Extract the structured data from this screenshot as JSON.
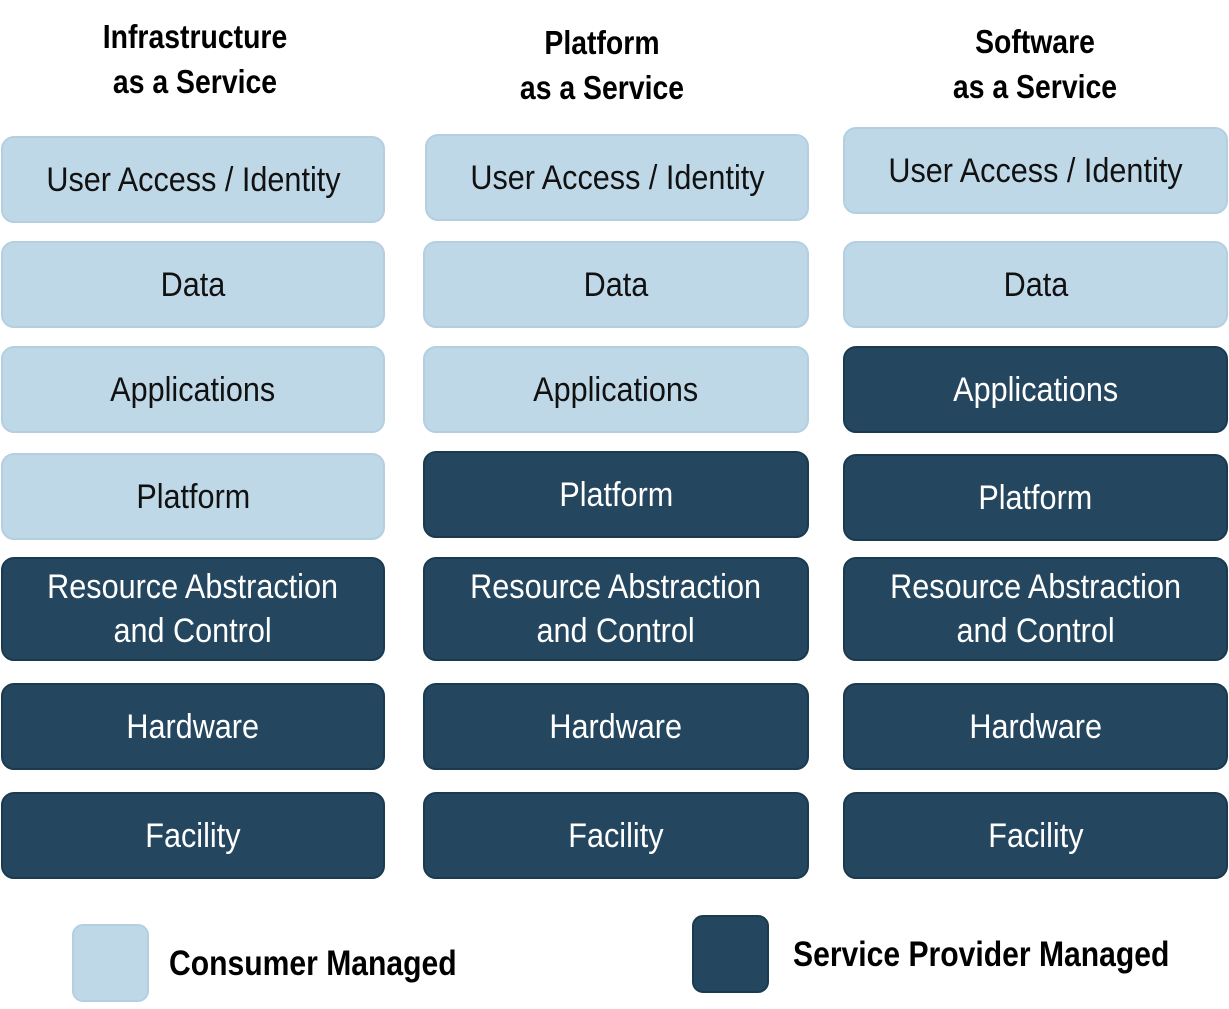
{
  "colors": {
    "consumer_managed": "#bfd8e8",
    "service_provider_managed": "#24475f"
  },
  "columns": [
    {
      "title_line1": "Infrastructure",
      "title_line2": "as a Service",
      "layers": [
        {
          "label": "User Access / Identity",
          "managed_by": "consumer"
        },
        {
          "label": "Data",
          "managed_by": "consumer"
        },
        {
          "label": "Applications",
          "managed_by": "consumer"
        },
        {
          "label": "Platform",
          "managed_by": "consumer"
        },
        {
          "label_line1": "Resource Abstraction",
          "label_line2": "and Control",
          "managed_by": "provider"
        },
        {
          "label": "Hardware",
          "managed_by": "provider"
        },
        {
          "label": "Facility",
          "managed_by": "provider"
        }
      ]
    },
    {
      "title_line1": "Platform",
      "title_line2": "as a Service",
      "layers": [
        {
          "label": "User Access / Identity",
          "managed_by": "consumer"
        },
        {
          "label": "Data",
          "managed_by": "consumer"
        },
        {
          "label": "Applications",
          "managed_by": "consumer"
        },
        {
          "label": "Platform",
          "managed_by": "provider"
        },
        {
          "label_line1": "Resource Abstraction",
          "label_line2": "and Control",
          "managed_by": "provider"
        },
        {
          "label": "Hardware",
          "managed_by": "provider"
        },
        {
          "label": "Facility",
          "managed_by": "provider"
        }
      ]
    },
    {
      "title_line1": "Software",
      "title_line2": "as a Service",
      "layers": [
        {
          "label": "User Access / Identity",
          "managed_by": "consumer"
        },
        {
          "label": "Data",
          "managed_by": "consumer"
        },
        {
          "label": "Applications",
          "managed_by": "provider"
        },
        {
          "label": "Platform",
          "managed_by": "provider"
        },
        {
          "label_line1": "Resource Abstraction",
          "label_line2": "and Control",
          "managed_by": "provider"
        },
        {
          "label": "Hardware",
          "managed_by": "provider"
        },
        {
          "label": "Facility",
          "managed_by": "provider"
        }
      ]
    }
  ],
  "legend": {
    "consumer_label": "Consumer Managed",
    "provider_label": "Service Provider Managed"
  }
}
